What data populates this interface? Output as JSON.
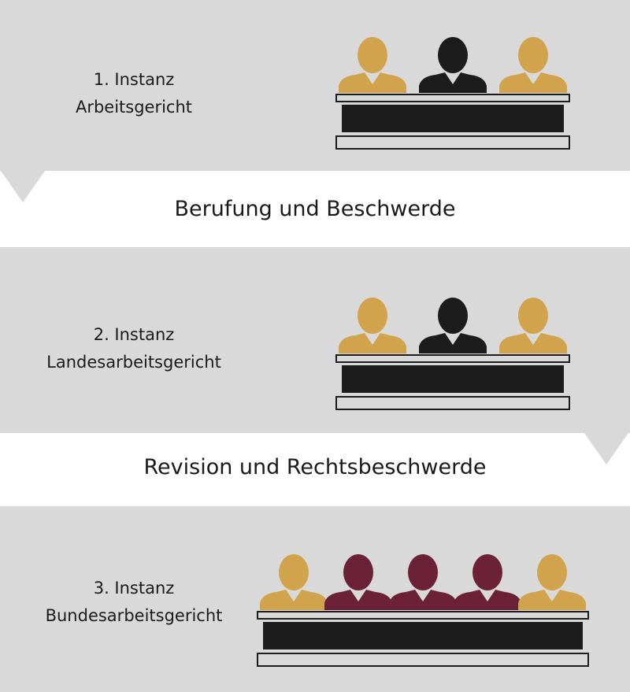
{
  "colors": {
    "panel": "#d9d9d9",
    "lay_judge": "#d1a34c",
    "presiding_judge": "#1c1c1c",
    "federal_judge": "#6b2238",
    "bench_dark": "#1c1c1c",
    "bench_light": "#d9d9d9"
  },
  "levels": [
    {
      "number_label": "1. Instanz",
      "court": "Arbeitsgericht",
      "judges": [
        "lay_judge",
        "presiding_judge",
        "lay_judge"
      ]
    },
    {
      "number_label": "2. Instanz",
      "court": "Landesarbeitsgericht",
      "judges": [
        "lay_judge",
        "presiding_judge",
        "lay_judge"
      ]
    },
    {
      "number_label": "3. Instanz",
      "court": "Bundesarbeitsgericht",
      "judges": [
        "lay_judge",
        "federal_judge",
        "federal_judge",
        "federal_judge",
        "lay_judge"
      ]
    }
  ],
  "transitions": [
    {
      "label": "Berufung und Beschwerde"
    },
    {
      "label": "Revision und Rechtsbeschwerde"
    }
  ]
}
